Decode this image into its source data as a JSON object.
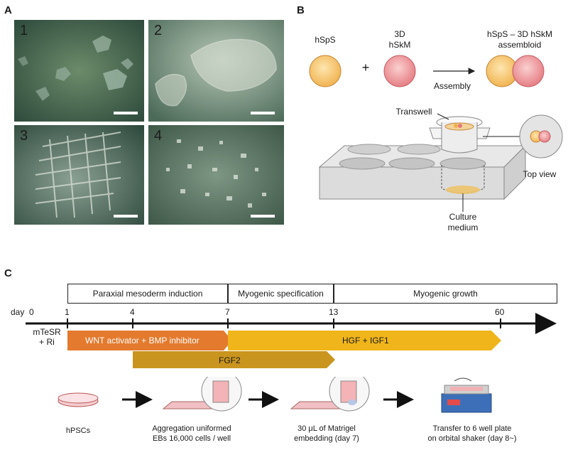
{
  "panel_a": {
    "letter": "A",
    "images": [
      {
        "number": "1"
      },
      {
        "number": "2"
      },
      {
        "number": "3"
      },
      {
        "number": "4"
      }
    ]
  },
  "panel_b": {
    "letter": "B",
    "hsps_label": "hSpS",
    "skm_label_line1": "3D",
    "skm_label_line2": "hSkM",
    "plus": "+",
    "assembloid_line1": "hSpS – 3D hSkM",
    "assembloid_line2": "assembloid",
    "assembly_label": "Assembly",
    "transwell_label": "Transwell",
    "top_view_label": "Top view",
    "culture_line1": "Culture",
    "culture_line2": "medium",
    "colors": {
      "hsps": "#f6c36a",
      "skm": "#ef8a8e"
    }
  },
  "panel_c": {
    "letter": "C",
    "phases": [
      {
        "label": "Paraxial mesoderm induction"
      },
      {
        "label": "Myogenic specification"
      },
      {
        "label": "Myogenic growth"
      }
    ],
    "day_prefix": "day",
    "ticks": [
      "0",
      "1",
      "4",
      "7",
      "13",
      "60"
    ],
    "start_label_line1": "mTeSR",
    "start_label_line2": "+ Ri",
    "bars": [
      {
        "label": "WNT activator + BMP inhibitor",
        "color": "#e47a2e"
      },
      {
        "label": "HGF + IGF1",
        "color": "#f0b51a"
      },
      {
        "label": "FGF2",
        "color": "#c9951e"
      }
    ],
    "steps": [
      {
        "line1": "hPSCs",
        "line2": ""
      },
      {
        "line1": "Aggregation uniformed",
        "line2": "EBs 16,000 cells / well"
      },
      {
        "line1": "30 μL of Matrigel",
        "line2": "embedding (day 7)"
      },
      {
        "line1": "Transfer to 6 well plate",
        "line2": "on orbital shaker (day 8~)"
      }
    ]
  }
}
